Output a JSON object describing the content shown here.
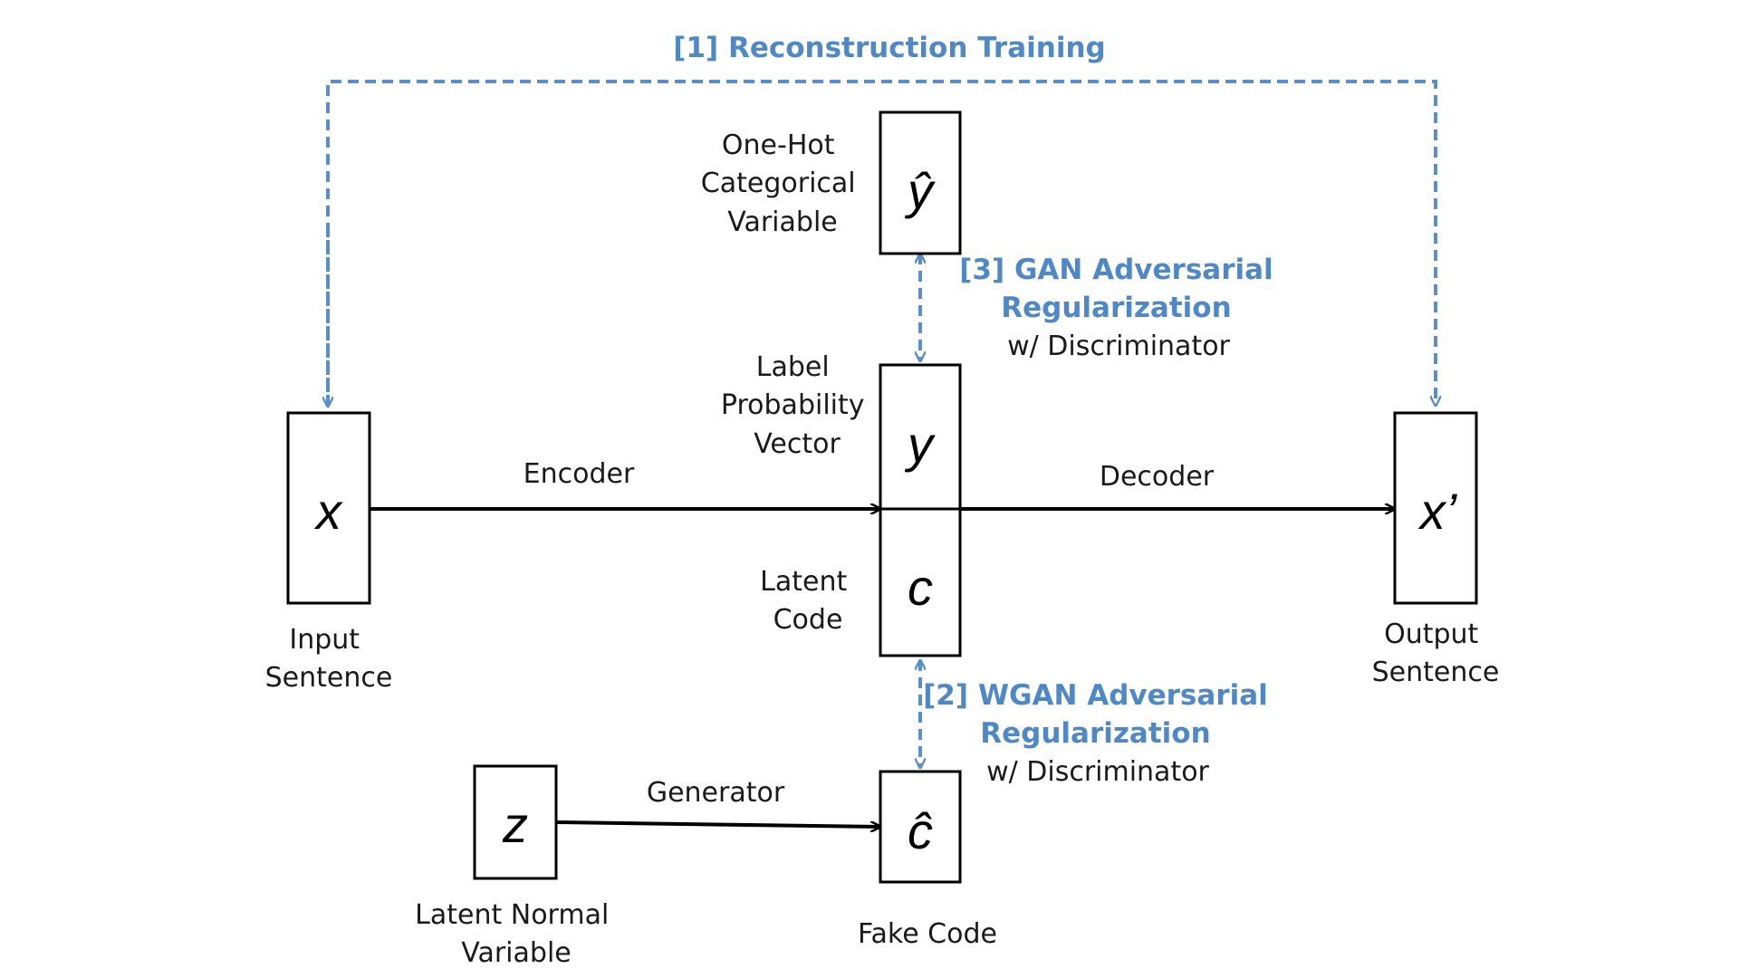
{
  "colors": {
    "accent_blue": "#4f88c6",
    "dash_blue": "#5b8fcb",
    "line_black": "#000000"
  },
  "variables": {
    "x": "x",
    "x_prime": "x’",
    "y_hat": "ŷ",
    "y": "y",
    "c": "c",
    "c_hat": "ĉ",
    "z": "z"
  },
  "labels": {
    "input_sentence": [
      "Input",
      "Sentence"
    ],
    "output_sentence": [
      "Output",
      "Sentence"
    ],
    "one_hot": [
      "One-Hot",
      "Categorical",
      "Variable"
    ],
    "label_prob": [
      "Label",
      "Probability",
      "Vector"
    ],
    "latent_code": [
      "Latent",
      "Code"
    ],
    "latent_normal": [
      "Latent Normal",
      "Variable"
    ],
    "fake_code": "Fake Code"
  },
  "edges": {
    "encoder": "Encoder",
    "decoder": "Decoder",
    "generator": "Generator"
  },
  "objectives": {
    "reconstruction": "[1] Reconstruction Training",
    "wgan": [
      "[2] WGAN Adversarial",
      "Regularization",
      "w/ Discriminator"
    ],
    "gan": [
      "[3] GAN Adversarial",
      "Regularization",
      "w/ Discriminator"
    ]
  }
}
